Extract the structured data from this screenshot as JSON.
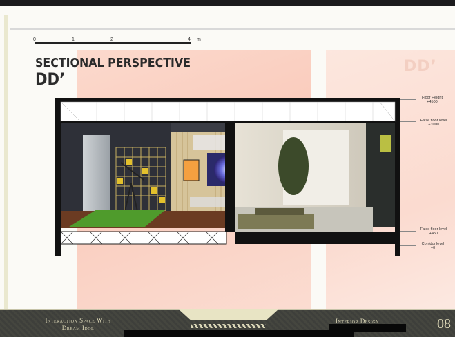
{
  "scale": {
    "marks": [
      "0",
      "1",
      "2",
      "4"
    ],
    "unit": "m"
  },
  "title": "SECTIONAL PERSPECTIVE",
  "subtitle": "DD’",
  "ghost_label": "DD’",
  "levels": [
    {
      "name": "Floor Height",
      "value": "+4500"
    },
    {
      "name": "False floor level",
      "value": "+3900"
    },
    {
      "name": "False floor level",
      "value": "+450"
    },
    {
      "name": "Corridor level",
      "value": "+0"
    }
  ],
  "footer": {
    "left_line1": "Interaction Space With",
    "left_line2": "Dream Idol",
    "right": "Interior Design",
    "page": "08"
  },
  "colors": {
    "page": "#fbfaf6",
    "accent_pink": "#f9c3b2",
    "footer": "#3e3f3b",
    "footer_text": "#ddd8b8"
  }
}
